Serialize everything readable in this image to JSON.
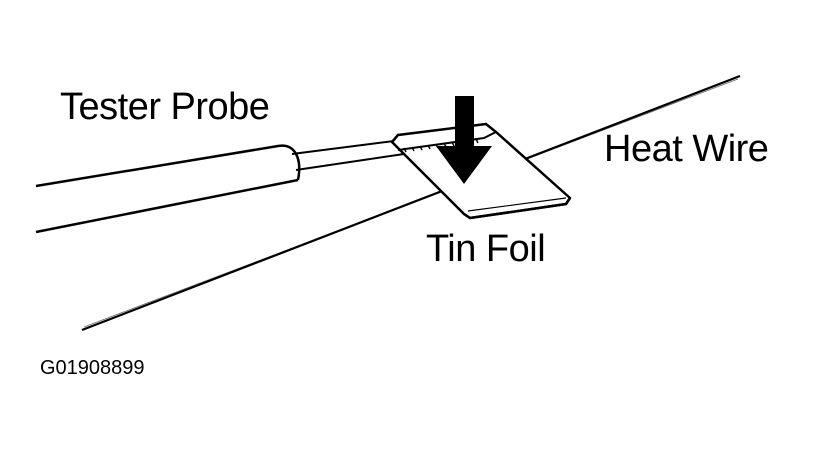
{
  "labels": {
    "tester_probe": "Tester Probe",
    "heat_wire": "Heat Wire",
    "tin_foil": "Tin Foil",
    "figure_id": "G01908899"
  },
  "colors": {
    "ink": "#000000",
    "background": "#ffffff"
  },
  "icons": {
    "pressure_arrow": "down-arrow-icon"
  }
}
